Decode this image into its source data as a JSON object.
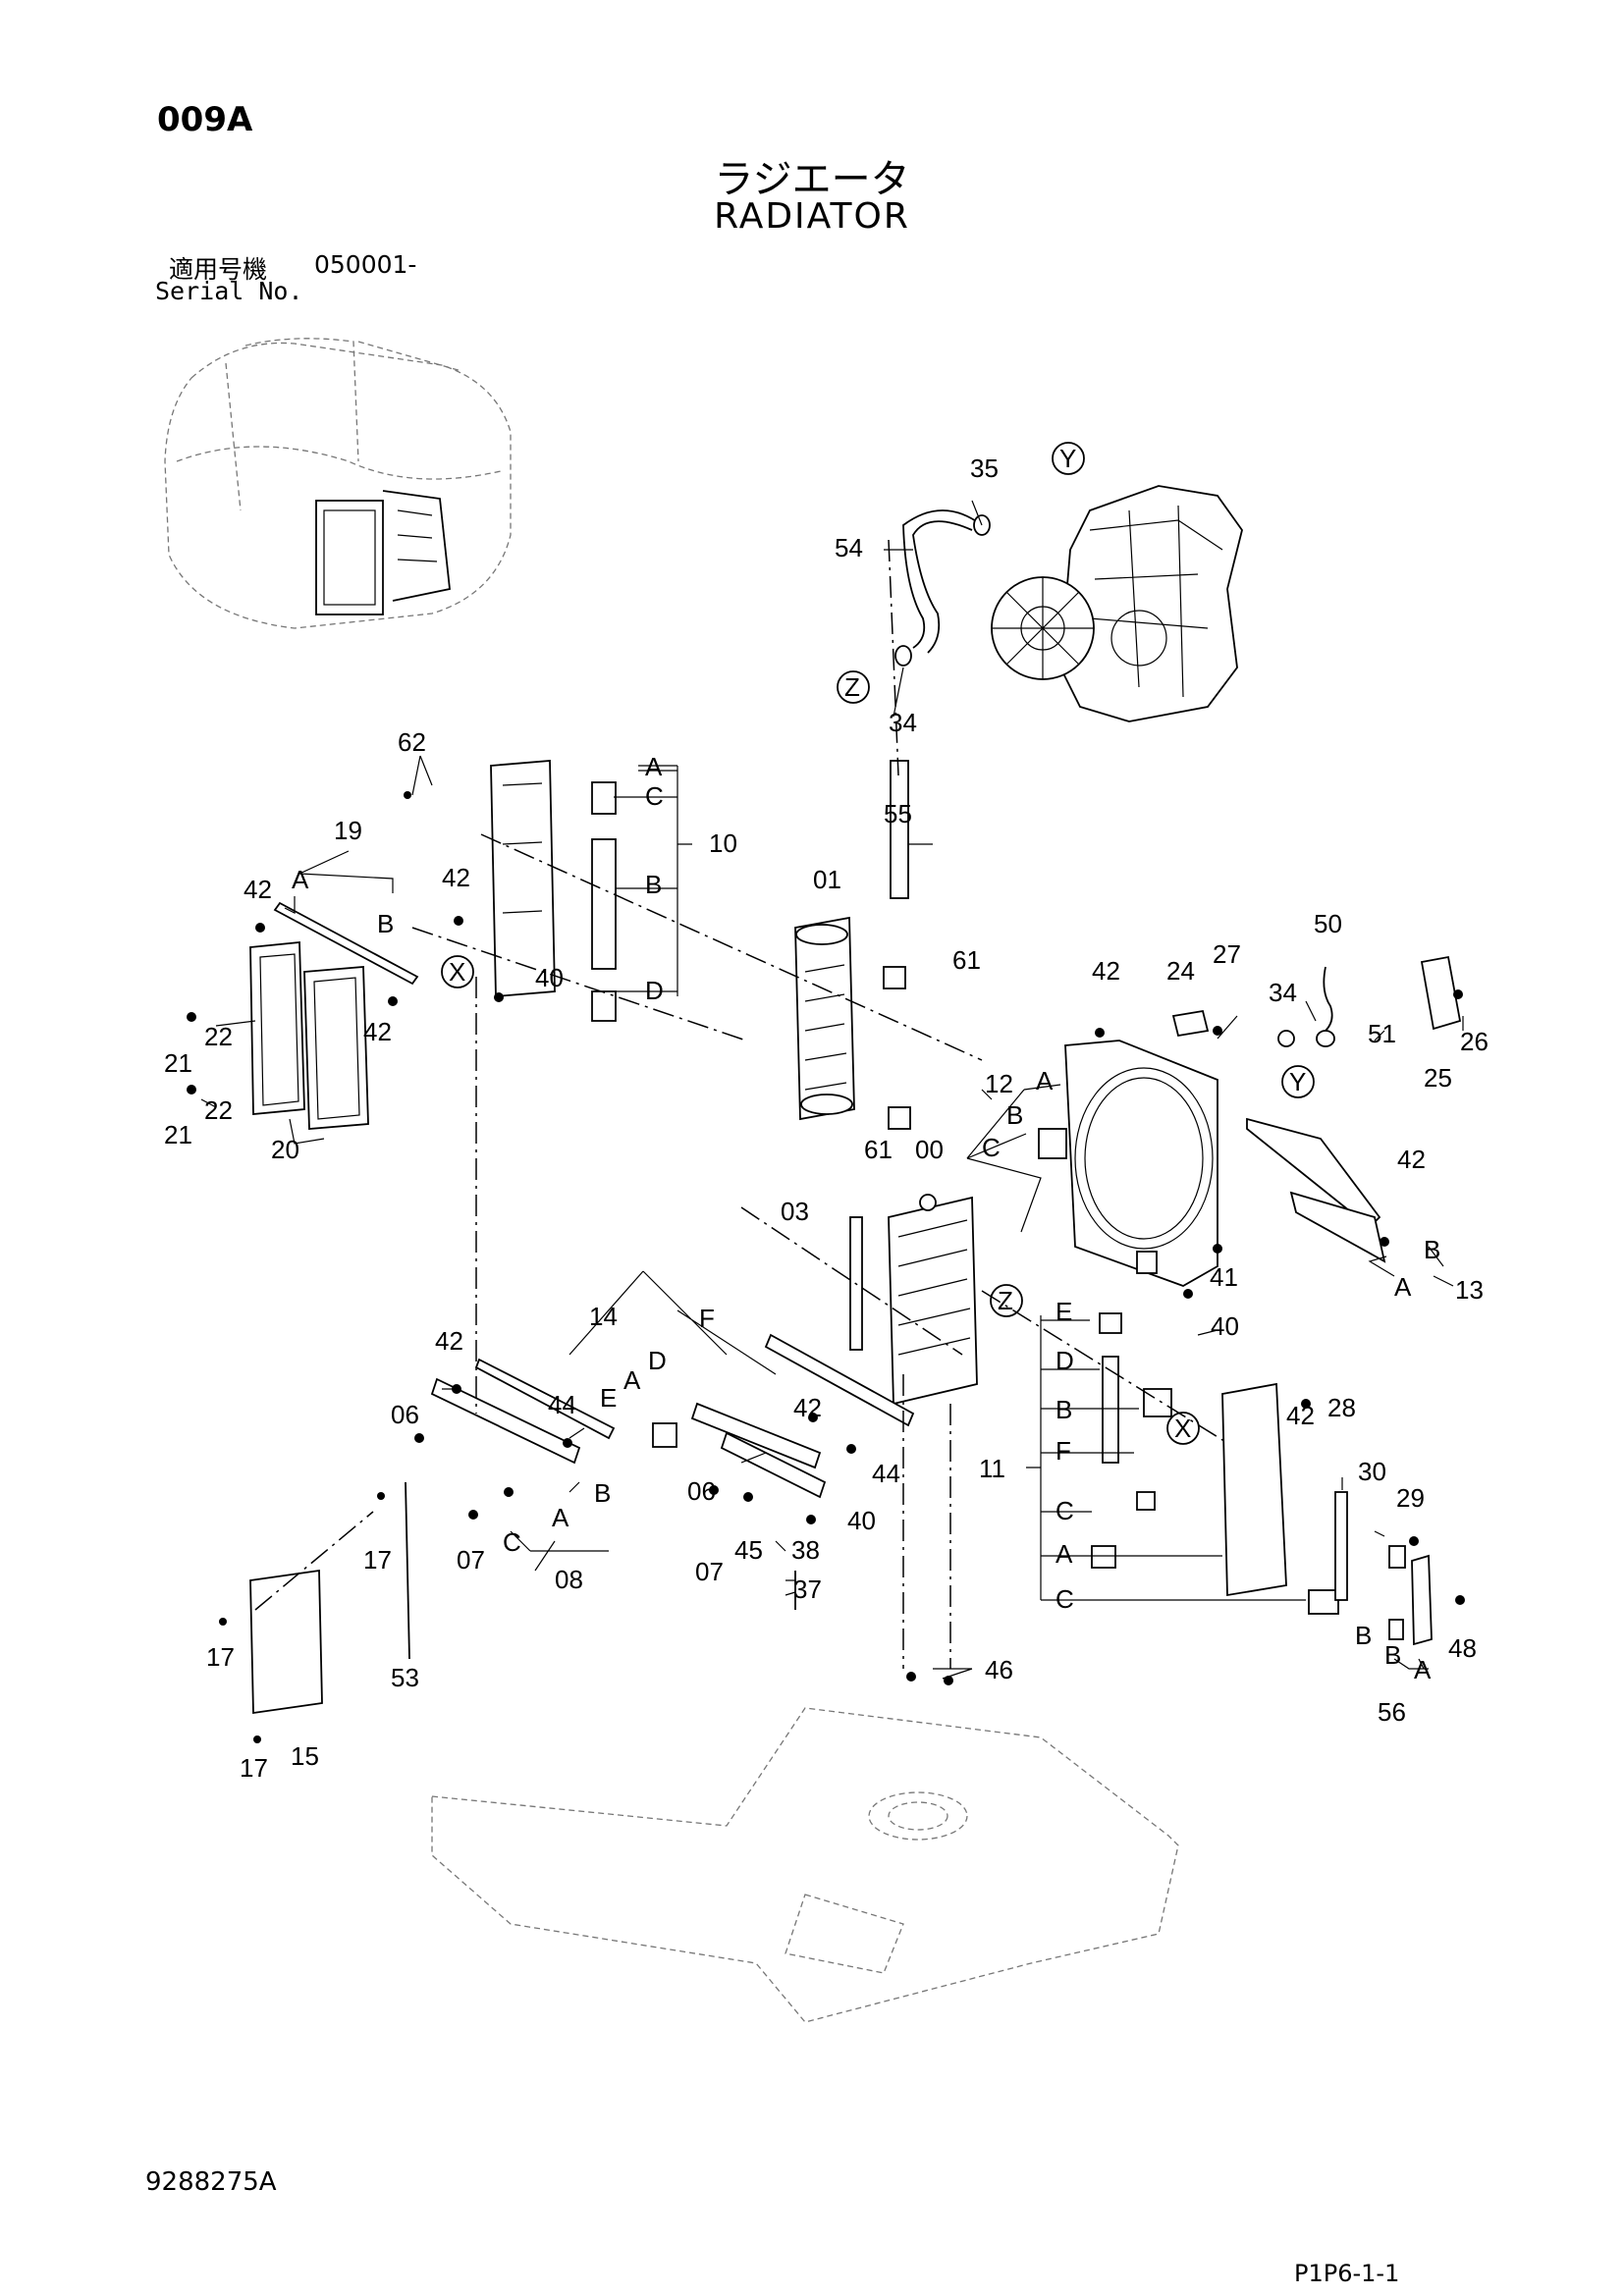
{
  "header": {
    "page_code": "009A",
    "title_jp": "ラジエータ",
    "title_en": "RADIATOR",
    "serial_label_jp": "適用号機",
    "serial_value": "050001-",
    "serial_label_en": "Serial No."
  },
  "footer": {
    "doc_number": "9288275A",
    "page_ref": "P1P6-1-1"
  },
  "callouts": {
    "c00": "00",
    "c01": "01",
    "c03": "03",
    "c06a": "06",
    "c06b": "06",
    "c07a": "07",
    "c07b": "07",
    "c08": "08",
    "c10": "10",
    "c11": "11",
    "c12": "12",
    "c13": "13",
    "c14": "14",
    "c15": "15",
    "c17a": "17",
    "c17b": "17",
    "c17c": "17",
    "c19": "19",
    "c20": "20",
    "c21a": "21",
    "c21b": "21",
    "c22a": "22",
    "c22b": "22",
    "c24": "24",
    "c25": "25",
    "c26": "26",
    "c27": "27",
    "c28": "28",
    "c29": "29",
    "c30": "30",
    "c34a": "34",
    "c34b": "34",
    "c35": "35",
    "c37": "37",
    "c38": "38",
    "c40a": "40",
    "c40b": "40",
    "c40c": "40",
    "c41": "41",
    "c42a": "42",
    "c42b": "42",
    "c42c": "42",
    "c42d": "42",
    "c42e": "42",
    "c42f": "42",
    "c42g": "42",
    "c42h": "42",
    "c44a": "44",
    "c44b": "44",
    "c45": "45",
    "c46": "46",
    "c48": "48",
    "c50": "50",
    "c51": "51",
    "c53": "53",
    "c54": "54",
    "c55": "55",
    "c56": "56",
    "c61a": "61",
    "c61b": "61",
    "c62": "62"
  },
  "sub_labels": {
    "g10": [
      "A",
      "C",
      "B",
      "D"
    ],
    "g11": [
      "E",
      "D",
      "B",
      "F",
      "C",
      "A",
      "C"
    ],
    "g12": [
      "A",
      "B",
      "C"
    ],
    "g13": [
      "B",
      "A"
    ],
    "g14": [
      "F",
      "D",
      "A",
      "E"
    ],
    "g08": [
      "A",
      "C",
      "B"
    ],
    "g19": [
      "A",
      "B"
    ],
    "g56": [
      "B",
      "B",
      "A"
    ]
  },
  "ref_markers": {
    "x1": "X",
    "x2": "X",
    "y1": "Y",
    "y2": "Y",
    "z1": "Z",
    "z2": "Z"
  }
}
